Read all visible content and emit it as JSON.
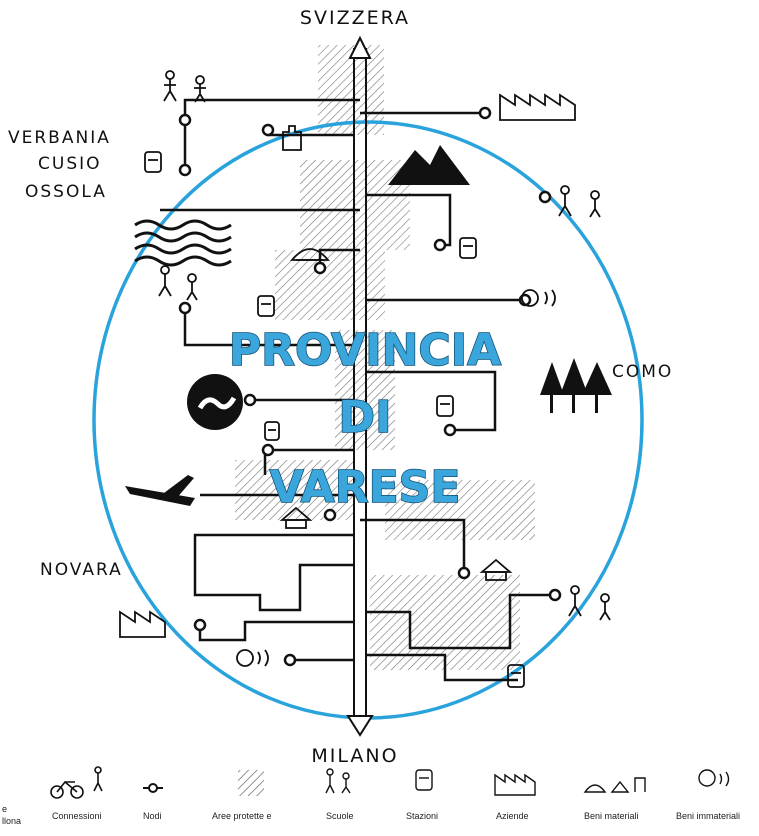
{
  "labels": {
    "top": "SVIZZERA",
    "bottom": "MILANO",
    "nw_line1": "VERBANIA",
    "nw_line2": "CUSIO",
    "nw_line3": "OSSOLA",
    "east": "COMO",
    "west": "NOVARA"
  },
  "title": {
    "line1": "PROVINCIA",
    "line2": "DI",
    "line3": "VARESE"
  },
  "legend": {
    "items": [
      {
        "label": "e",
        "label2": "llona",
        "icon": "partial-icon"
      },
      {
        "label": "Connessioni",
        "icon": "bike-walker-icon"
      },
      {
        "label": "Nodi",
        "icon": "node-icon"
      },
      {
        "label": "Aree protette e",
        "icon": "hatched-area-icon"
      },
      {
        "label": "Scuole",
        "icon": "people-icon"
      },
      {
        "label": "Stazioni",
        "icon": "train-icon"
      },
      {
        "label": "Aziende",
        "icon": "factory-icon"
      },
      {
        "label": "Beni materiali",
        "icon": "monuments-icon"
      },
      {
        "label": "Beni immateriali",
        "icon": "voice-icon"
      }
    ]
  },
  "colors": {
    "ellipse": "#2aa3dc",
    "title_fill": "#3aa6dc",
    "title_stroke": "#0d4f73",
    "ink": "#111111"
  }
}
